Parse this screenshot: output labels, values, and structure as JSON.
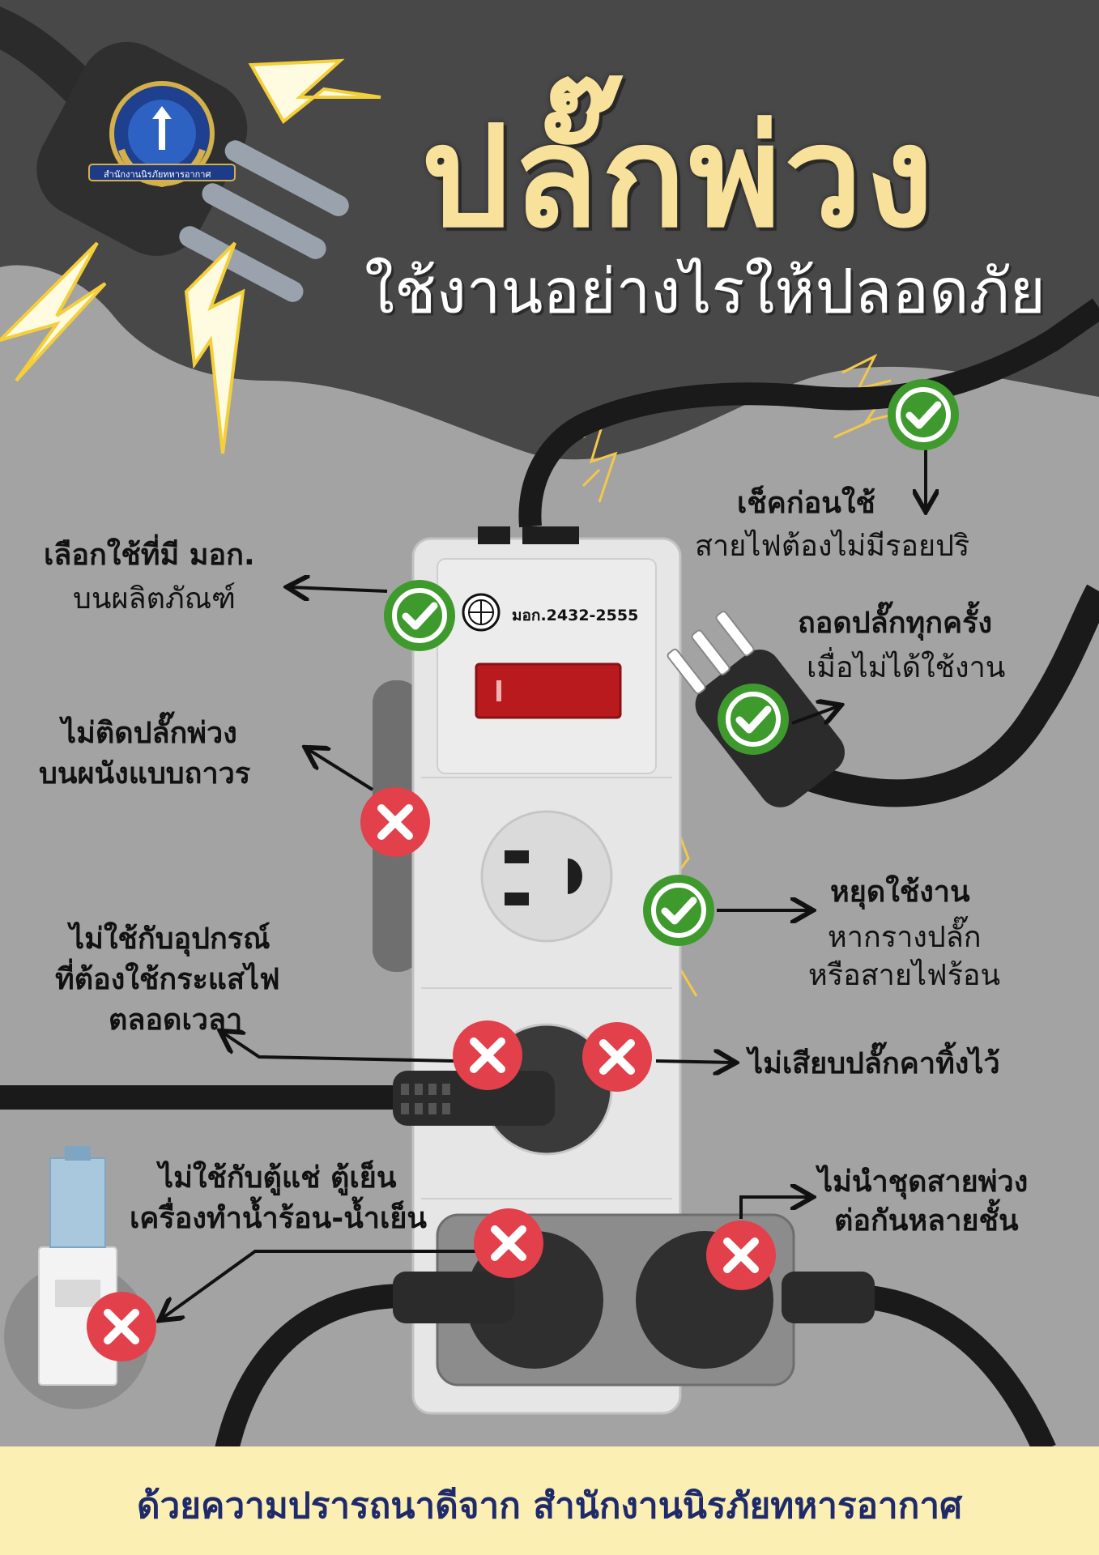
{
  "header": {
    "title": "ปลั๊กพ่วง",
    "subtitle": "ใช้งานอย่างไรให้ปลอดภัย",
    "logo_text": "สำนักงานนิรภัยทหารอากาศ"
  },
  "product": {
    "tis_code": "มอก.2432-2555"
  },
  "tips": {
    "check_before_use": {
      "heading": "เช็คก่อนใช้",
      "detail": "สายไฟต้องไม่มีรอยปริ"
    },
    "choose_tis": {
      "heading": "เลือกใช้ที่มี มอก.",
      "detail": "บนผลิตภัณฑ์"
    },
    "unplug": {
      "heading": "ถอดปลั๊กทุกครั้ง",
      "detail": "เมื่อไม่ได้ใช้งาน"
    },
    "no_wall_mount": {
      "line1": "ไม่ติดปลั๊กพ่วง",
      "line2": "บนผนังแบบถาวร"
    },
    "stop_if_hot": {
      "heading": "หยุดใช้งาน",
      "line1": "หากรางปลั๊ก",
      "line2": "หรือสายไฟร้อน"
    },
    "no_continuous": {
      "line1": "ไม่ใช้กับอุปกรณ์",
      "line2": "ที่ต้องใช้กระแสไฟ",
      "line3": "ตลอดเวลา"
    },
    "no_leave_plugged": {
      "text": "ไม่เสียบปลั๊กคาทิ้งไว้"
    },
    "no_fridge": {
      "line1": "ไม่ใช้กับตู้แช่ ตู้เย็น",
      "line2": "เครื่องทำน้ำร้อน-น้ำเย็น"
    },
    "no_daisy_chain": {
      "line1": "ไม่นำชุดสายพ่วง",
      "line2": "ต่อกันหลายชั้น"
    }
  },
  "footer": {
    "text": "ด้วยความปรารถนาดีจาก สำนักงานนิรภัยทหารอากาศ"
  },
  "colors": {
    "check": "#3f9a2e",
    "cross": "#e2404a",
    "title": "#f8e19b",
    "footer_bg": "#fbefb4",
    "footer_text": "#1f2a6a",
    "dark_bg": "#484848",
    "light_bg": "#a3a3a3"
  },
  "icons": [
    "check-icon",
    "cross-icon",
    "lightning-icon",
    "tis-mark-icon",
    "water-dispenser-icon"
  ]
}
